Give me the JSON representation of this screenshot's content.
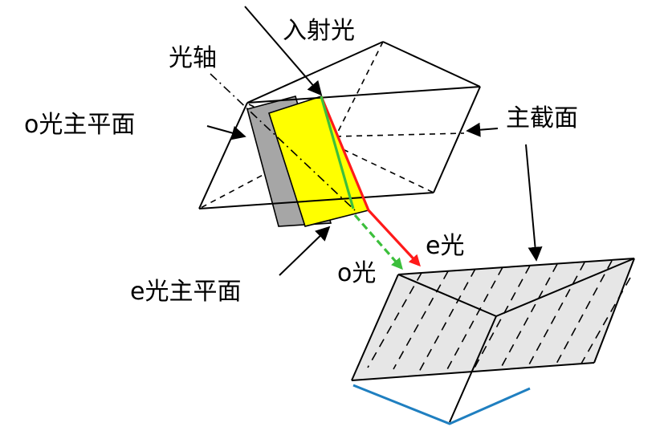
{
  "labels": {
    "incident_light": "入射光",
    "optic_axis": "光轴",
    "o_principal_plane": "o光主平面",
    "principal_section": "主截面",
    "e_light": "e光",
    "o_light": "o光",
    "e_principal_plane": "e光主平面"
  },
  "colors": {
    "e_ray": "#ff1a1a",
    "o_ray": "#3cbf3c",
    "e_plane_fill": "#ffff00",
    "o_plane_fill": "#a6a6a6",
    "section_fill": "#e6e6e6",
    "bottom_edge": "#1f7fc0"
  }
}
